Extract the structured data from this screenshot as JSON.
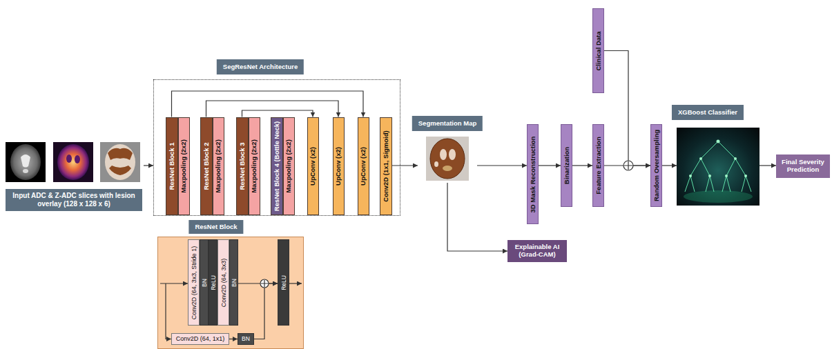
{
  "diagram": {
    "nodes": [
      {
        "text": [
          "Input ADC & Z-ADC slices with lesion overlay (128 x 128 x 6)"
        ]
      },
      {
        "text": [
          "SegResNet Architecture"
        ]
      },
      {
        "text": [
          "ResNet Block 1"
        ],
        "in": 1
      },
      {
        "text": [
          "Maxpooling (2x2)"
        ],
        "in": 1
      },
      {
        "text": [
          "ResNet Block 2"
        ],
        "in": 1
      },
      {
        "text": [
          "Maxpooling (2x2)"
        ],
        "in": 1
      },
      {
        "text": [
          "ResNet Block 3"
        ],
        "in": 1
      },
      {
        "text": [
          "Maxpooling (2x2)"
        ],
        "in": 1
      },
      {
        "text": [
          "ResNet Block 4 (Bottle Neck)"
        ],
        "in": 1
      },
      {
        "text": [
          "Maxpooling (2x2)"
        ],
        "in": 1
      },
      {
        "text": [
          "UpConv (x2)"
        ],
        "in": 1
      },
      {
        "text": [
          "UpConv (x2)"
        ],
        "in": 1
      },
      {
        "text": [
          "UpConv (x2)"
        ],
        "in": 1
      },
      {
        "text": [
          "Conv2D (1x1, Sigmoid)"
        ],
        "in": 1
      },
      {
        "text": [
          "ResNet Block"
        ]
      },
      {
        "text": [
          "Conv2D (64, 3x3, Stride 1)"
        ],
        "in": 14
      },
      {
        "text": [
          "BN"
        ],
        "in": 14
      },
      {
        "text": [
          "ReLU"
        ],
        "in": 14
      },
      {
        "text": [
          "Conv2D (64, 3x3)"
        ],
        "in": 14
      },
      {
        "text": [
          "BN"
        ],
        "in": 14
      },
      {
        "text": [
          "ReLU"
        ],
        "in": 14
      },
      {
        "text": [
          "Conv2D (64, 1x1)"
        ],
        "in": 14
      },
      {
        "text": [
          "BN"
        ],
        "in": 14
      },
      {
        "text": [
          "Segmentation Map"
        ]
      },
      {
        "text": [
          "Explainable AI (Grad-CAM)"
        ]
      },
      {
        "text": [
          "3D Mask Reconstruction"
        ]
      },
      {
        "text": [
          "Binarization"
        ]
      },
      {
        "text": [
          "Feature Extraction"
        ]
      },
      {
        "text": [
          "Clinical Data"
        ]
      },
      {
        "text": [
          "Random Oversampling"
        ]
      },
      {
        "text": [
          "XGBoost Classifier"
        ]
      },
      {
        "text": [
          "Final Severity Prediction"
        ]
      }
    ],
    "edges": [
      {
        "from": 0,
        "to": 1,
        "arrow": "to"
      },
      {
        "from": 2,
        "to": 12,
        "arrow": "to"
      },
      {
        "from": 4,
        "to": 11,
        "arrow": "to"
      },
      {
        "from": 6,
        "to": 10,
        "arrow": "to"
      },
      {
        "from": 13,
        "to": 23,
        "arrow": "to"
      },
      {
        "from": 23,
        "to": 25,
        "arrow": "to"
      },
      {
        "from": 23,
        "to": 24,
        "arrow": "to"
      },
      {
        "from": 25,
        "to": 26,
        "arrow": "to"
      },
      {
        "from": 26,
        "to": 27,
        "arrow": "to"
      },
      {
        "from": 27,
        "to": 29,
        "arrow": "to"
      },
      {
        "from": 28,
        "to": 29,
        "arrow": "to"
      },
      {
        "from": 29,
        "to": 30,
        "arrow": "to"
      },
      {
        "from": 30,
        "to": 31,
        "arrow": "to"
      },
      {
        "from": 21,
        "to": 22,
        "arrow": "to"
      },
      {
        "from": 19,
        "to": 20,
        "arrow": "to"
      },
      {
        "from": 22,
        "to": 20,
        "arrow": "to"
      }
    ]
  }
}
